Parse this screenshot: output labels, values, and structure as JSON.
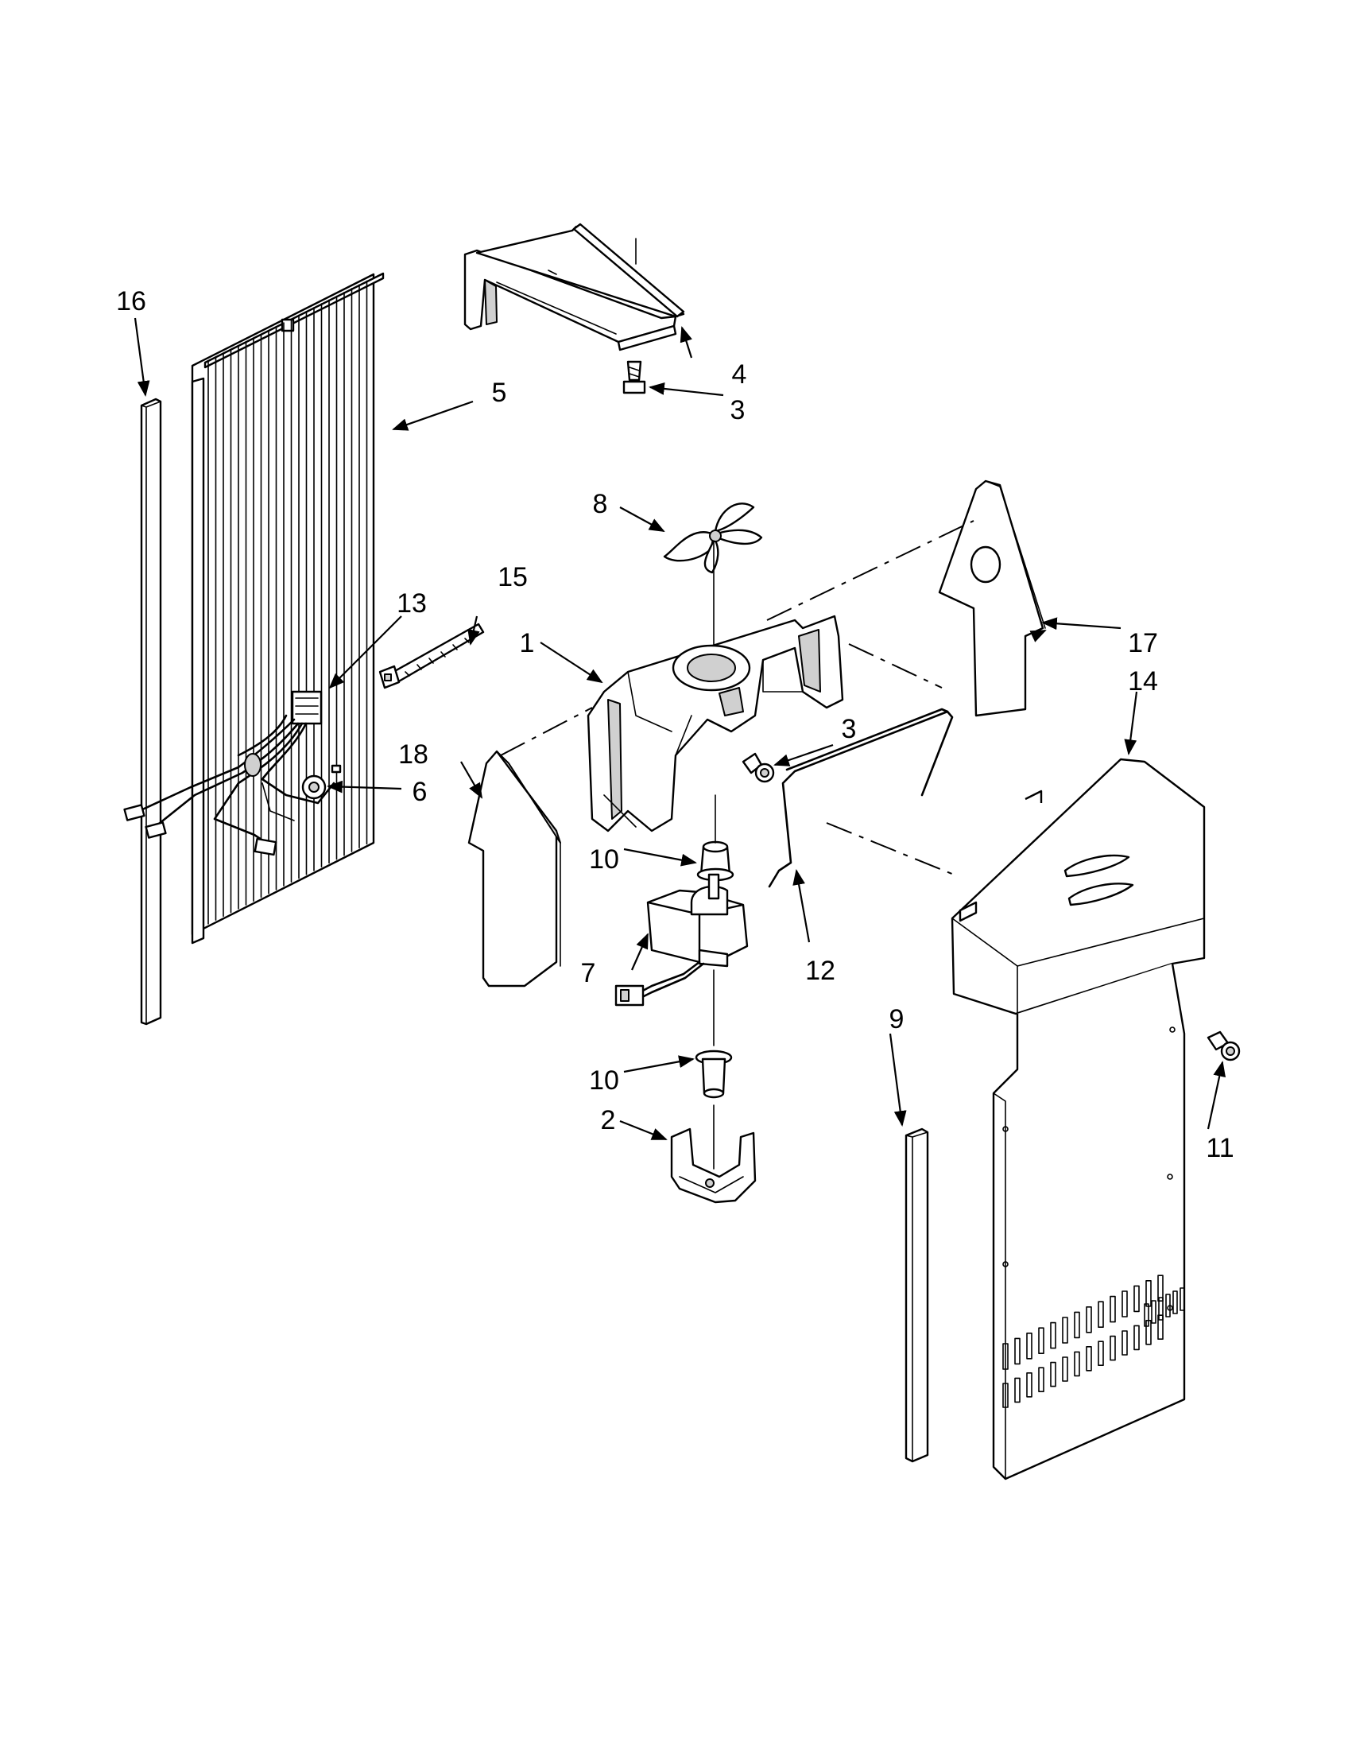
{
  "diagram": {
    "callouts": [
      {
        "id": "1",
        "text": "1"
      },
      {
        "id": "2",
        "text": "2"
      },
      {
        "id": "3a",
        "text": "3"
      },
      {
        "id": "3b",
        "text": "3"
      },
      {
        "id": "4",
        "text": "4"
      },
      {
        "id": "5",
        "text": "5"
      },
      {
        "id": "6",
        "text": "6"
      },
      {
        "id": "7",
        "text": "7"
      },
      {
        "id": "8",
        "text": "8"
      },
      {
        "id": "9",
        "text": "9"
      },
      {
        "id": "10a",
        "text": "10"
      },
      {
        "id": "10b",
        "text": "10"
      },
      {
        "id": "11",
        "text": "11"
      },
      {
        "id": "12",
        "text": "12"
      },
      {
        "id": "13",
        "text": "13"
      },
      {
        "id": "14",
        "text": "14"
      },
      {
        "id": "15",
        "text": "15"
      },
      {
        "id": "16",
        "text": "16"
      },
      {
        "id": "17",
        "text": "17"
      },
      {
        "id": "18",
        "text": "18"
      }
    ]
  }
}
